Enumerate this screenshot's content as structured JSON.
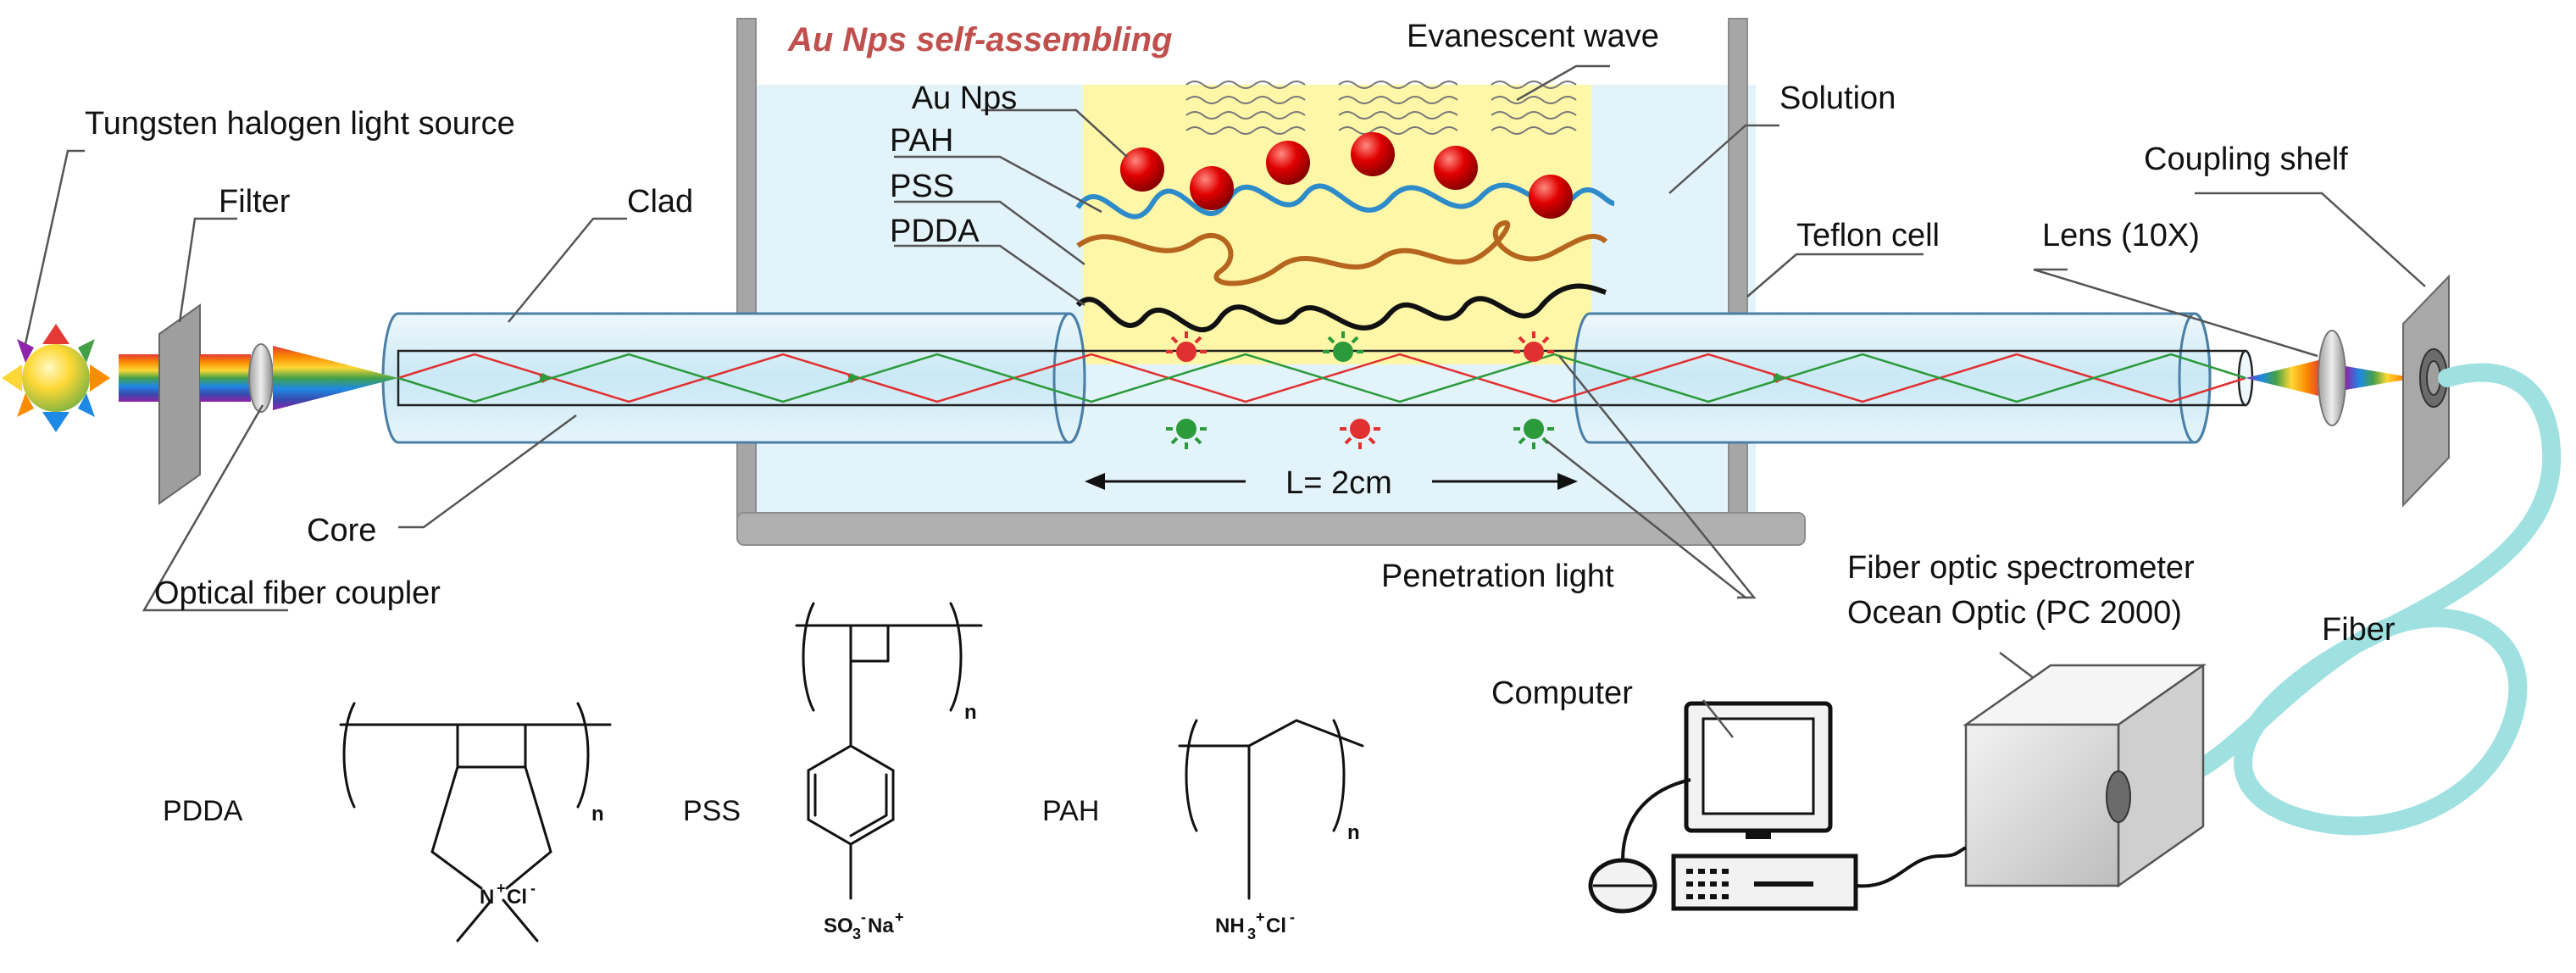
{
  "labels": {
    "title": "Au Nps self-assembling",
    "evanescent_wave": "Evanescent wave",
    "au_nps": "Au Nps",
    "pah": "PAH",
    "pss": "PSS",
    "pdda": "PDDA",
    "solution": "Solution",
    "teflon_cell": "Teflon cell",
    "coupling_shelf": "Coupling shelf",
    "lens": "Lens (10X)",
    "light_source": "Tungsten halogen light source",
    "filter": "Filter",
    "clad": "Clad",
    "core": "Core",
    "coupler": "Optical fiber coupler",
    "length": "L= 2cm",
    "penetration_light": "Penetration light",
    "spectrometer_line1": "Fiber optic spectrometer",
    "spectrometer_line2": "Ocean Optic (PC 2000)",
    "fiber": "Fiber",
    "computer": "Computer"
  },
  "structures": {
    "pdda": {
      "name": "PDDA",
      "n": "n",
      "charge": "N",
      "charge_sup": "+",
      "counter": "Cl",
      "counter_sup": "-"
    },
    "pss": {
      "name": "PSS",
      "n": "n",
      "group_main": "SO",
      "group_sub": "3",
      "group_sup": "-",
      "group_ion": "Na",
      "group_ion_sup": "+"
    },
    "pah": {
      "name": "PAH",
      "n": "n",
      "group_main": "NH",
      "group_sub": "3",
      "group_sup": "+",
      "counter": "Cl",
      "counter_sup": "-"
    }
  },
  "colors": {
    "title": "#c0504d",
    "fiber_fill": "#d6eef8",
    "fiber_edge": "#4a7fa6",
    "cell": "#a6a6a6",
    "solution": "#e3f3fa",
    "sensing": "#fff7a8",
    "au_np": "#d40000",
    "pah_chain": "#2e8bc9",
    "pss_chain": "#b5651d",
    "pdda_chain": "#111111",
    "ray_red": "#e03030",
    "ray_green": "#2a9a3a",
    "fiber_cable": "#9fe0e0"
  }
}
